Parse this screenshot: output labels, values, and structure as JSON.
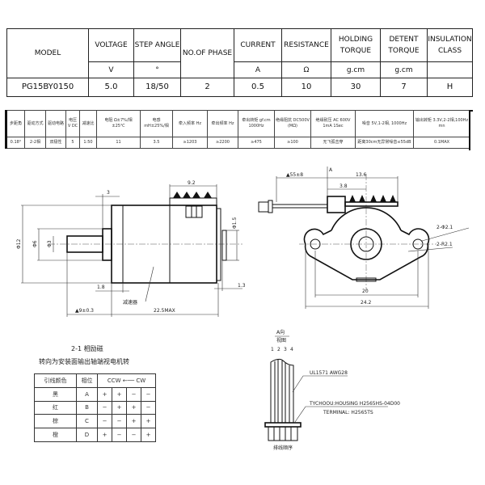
{
  "spec_table": {
    "headers": [
      "MODEL",
      "VOLTAGE",
      "STEP ANGLE",
      "NO.OF PHASE",
      "CURRENT",
      "RESISTANCE",
      "HOLDING TORQUE",
      "DETENT TORQUE",
      "INSULATION CLASS"
    ],
    "units": [
      "V",
      "°",
      "",
      "A",
      "Ω",
      "g.cm",
      "g.cm",
      ""
    ],
    "values": [
      "PG15BY0150",
      "5.0",
      "18/50",
      "2",
      "0.5",
      "10",
      "30",
      "7",
      "H"
    ]
  },
  "performance_table": {
    "headers": [
      "步距角",
      "驱动方式",
      "驱动电路",
      "电压 V DC",
      "减速比",
      "电阻 Ω±7%/相 ±25℃",
      "电感 mH±25%/相",
      "牵入频率 Hz",
      "牵出频率 Hz",
      "牵出转矩 gf.cm 1000Hz",
      "绝缘阻抗 DC500V (MΩ)",
      "绝缘耐压 AC 600V 1mA 1Sec",
      "噪音 5V,1-2相, 1000Hz",
      "输出转矩 3.3V,2-2相,100Hz mn"
    ],
    "values": [
      "0.18°",
      "2-2相",
      "双极性",
      "5",
      "1:50",
      "11",
      "3.5",
      "≥1203",
      "≥2200",
      "≥475",
      "≥100",
      "无飞弧击穿",
      "距离30cm无异常噪音≤55dB",
      "0.1MAX"
    ]
  },
  "side_view": {
    "dims": {
      "gear_width": "9.2",
      "flange": "3",
      "dia_body": "Φ12",
      "dia_boss": "Φ6",
      "dia_shaft": "Φ3",
      "dia_end": "Φ1.5",
      "flange_thk": "1.8",
      "end_thk": "1.3",
      "shaft_len": "▲9±0.3",
      "body_len": "22.5MAX"
    },
    "label_gearbox": "减速器"
  },
  "front_view": {
    "dims": {
      "wire_len": "▲55±8",
      "rack_len": "13.6",
      "rack_pitch": "3.8",
      "hole": "2-Φ2.1",
      "radius": "2-R2.1",
      "hole_pitch": "20",
      "width": "24.2",
      "view_a": "A"
    }
  },
  "phase_table": {
    "title": "2-1 相励磁",
    "subtitle": "转向为安装面输出轴端视电机转",
    "headers": [
      "引线颜色",
      "相位",
      "CCW ←── CW"
    ],
    "rows": [
      {
        "color": "黑",
        "phase": "A",
        "seq": [
          "+",
          "+",
          "−",
          "−"
        ]
      },
      {
        "color": "红",
        "phase": "B",
        "seq": [
          "−",
          "+",
          "+",
          "−"
        ]
      },
      {
        "color": "棕",
        "phase": "C",
        "seq": [
          "−",
          "−",
          "+",
          "+"
        ]
      },
      {
        "color": "橙",
        "phase": "D",
        "seq": [
          "+",
          "−",
          "−",
          "+"
        ]
      }
    ]
  },
  "connector": {
    "view_title": "A向",
    "view_sub": "视图",
    "pins": [
      "1",
      "2",
      "3",
      "4"
    ],
    "wire_label": "UL1571 AWG28",
    "housing_label": "TYCHOOU:HOUSING H2565HS-04D00",
    "terminal_label": "TERMINAL: H2565TS",
    "bottom_label": "排线顺序"
  }
}
